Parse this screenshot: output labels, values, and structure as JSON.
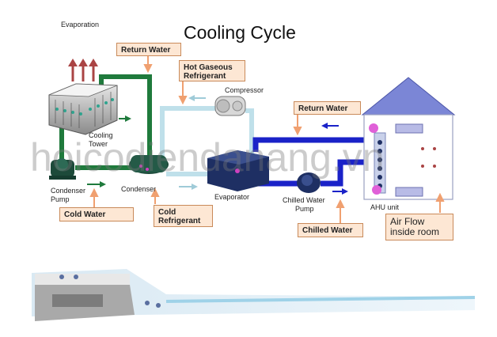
{
  "title": "Cooling Cycle",
  "watermark": "hoicodiendanang.vn",
  "labels": {
    "evaporation": "Evaporation",
    "cooling_tower_line1": "Cooling",
    "cooling_tower_line2": "Tower",
    "condenser_pump_line1": "Condenser",
    "condenser_pump_line2": "Pump",
    "condenser": "Condenser",
    "compressor": "Compressor",
    "evaporator": "Evaporator",
    "chilled_water_pump_line1": "Chilled Water",
    "chilled_water_pump_line2": "Pump",
    "ahu_unit": "AHU unit"
  },
  "callouts": {
    "return_water_top": "Return  Water",
    "hot_gaseous_line1": "Hot Gaseous",
    "hot_gaseous_line2": "Refrigerant",
    "return_water_right": "Return Water",
    "cold_water": "Cold  Water",
    "cold_refrigerant_line1": "Cold",
    "cold_refrigerant_line2": "Refrigerant",
    "chilled_water": "Chilled Water",
    "air_flow_line1": "Air Flow",
    "air_flow_line2": "inside room"
  },
  "colors": {
    "green_pipe": "#1f7a3c",
    "blue_pipe": "#1a22c8",
    "refrigerant_pipe": "#c8e4ee",
    "callout_fill": "#fde7d4",
    "callout_border": "#c98a5a",
    "house_roof": "#7b86d6",
    "arrow_red": "#a44",
    "chilled_arrow": "#f0a070"
  }
}
